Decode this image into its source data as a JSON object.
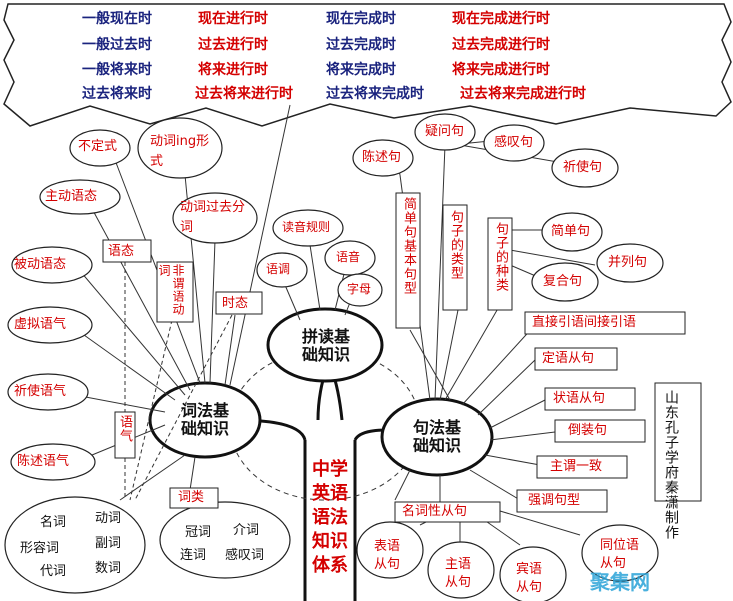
{
  "tenses": [
    [
      "一般现在时",
      "现在进行时",
      "现在完成时",
      "现在完成进行时"
    ],
    [
      "一般过去时",
      "过去进行时",
      "过去完成时",
      "过去完成进行时"
    ],
    [
      "一般将来时",
      "将来进行时",
      "将来完成时",
      "将来完成进行时"
    ],
    [
      "过去将来时",
      "过去将来进行时",
      "过去将来完成时",
      "过去将来完成进行时"
    ]
  ],
  "center": {
    "trunk": "中学英语语法知识体系",
    "pinyin": "拼读基础知识",
    "cifa": "词法基础知识",
    "jufa": "句法基础知识"
  },
  "left": {
    "budingshi": "不定式",
    "ing": "动词ing形式",
    "guoqufenci": "动词过去分词",
    "zhudong": "主动语态",
    "yutai": "语态",
    "beidong": "被动语态",
    "feiwei": "非谓语动词",
    "shitai": "时态",
    "xuni": "虚拟语气",
    "qishi": "祈使语气",
    "chenshu_qi": "陈述语气",
    "yuqi": "语气",
    "cilei": "词类",
    "words1": [
      "名词",
      "动词",
      "形容词",
      "副词",
      "代词",
      "数词"
    ],
    "words2": [
      "冠词",
      "介词",
      "连词",
      "感叹词"
    ]
  },
  "pinyin_items": {
    "dufa": "读音规则",
    "yudiao": "语调",
    "yuyin": "语音",
    "zimu": "字母"
  },
  "right": {
    "chenshuju": "陈述句",
    "yiwenju": "疑问句",
    "gantanju": "感叹句",
    "qishiju": "祈使句",
    "jiandanju_type": "简单句基本句型",
    "juzi_leixing": "句子的类型",
    "juzi_zhonglei": "句子的种类",
    "jiandanju": "简单句",
    "binglieju": "并列句",
    "fuheju": "复合句",
    "zhijie": "直接引语间接引语",
    "dingyu": "定语从句",
    "zhuangyu": "状语从句",
    "daozhuang": "倒装句",
    "zhuwei": "主谓一致",
    "qiangdiao": "强调句型",
    "mingci": "名词性从句",
    "biaoyu": "表语从句",
    "zhuyu": "主语从句",
    "binyu": "宾语从句",
    "tongwei": "同位语从句"
  },
  "credit": "山东孔子学府秦潇制作",
  "watermark": "聚集网"
}
